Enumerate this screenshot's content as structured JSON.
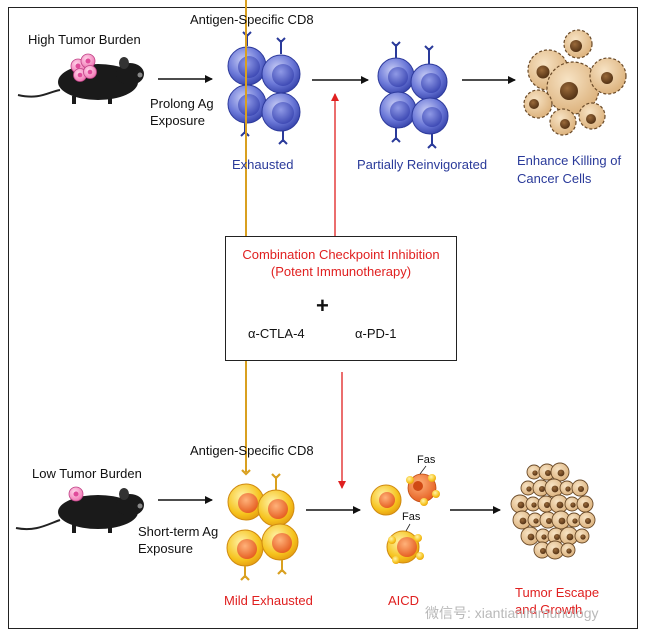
{
  "top": {
    "mouse_label": "High Tumor Burden",
    "cells_label": "Antigen-Specific CD8",
    "arrow_label_line1": "Prolong Ag",
    "arrow_label_line2": "Exposure",
    "state1": "Exhausted",
    "state2": "Partially Reinvigorated",
    "outcome_line1": "Enhance Killing of",
    "outcome_line2": "Cancer Cells"
  },
  "center": {
    "title_line1": "Combination Checkpoint Inhibition",
    "title_line2": "(Potent Immunotherapy)",
    "plus": "+",
    "antibody1": "α-CTLA-4",
    "antibody2": "α-PD-1"
  },
  "bottom": {
    "mouse_label": "Low Tumor Burden",
    "cells_label": "Antigen-Specific CD8",
    "arrow_label_line1": "Short-term Ag",
    "arrow_label_line2": "Exposure",
    "state1": "Mild Exhausted",
    "fas1": "Fas",
    "fas2": "Fas",
    "state2": "AICD",
    "outcome_line1": "Tumor Escape",
    "outcome_line2": "and Growth"
  },
  "watermark": "微信号: xiantianimmunology",
  "colors": {
    "exhausted_blue": "#4a59c8",
    "cd8_orange": "#f08a3a",
    "cd8_yellow": "#f6c21c",
    "inhibition_red": "#e02020",
    "ctla4_antibody": "#2a5fa8",
    "pd1_antibody": "#b0182c",
    "cancer_tan": "#e9c99b"
  }
}
